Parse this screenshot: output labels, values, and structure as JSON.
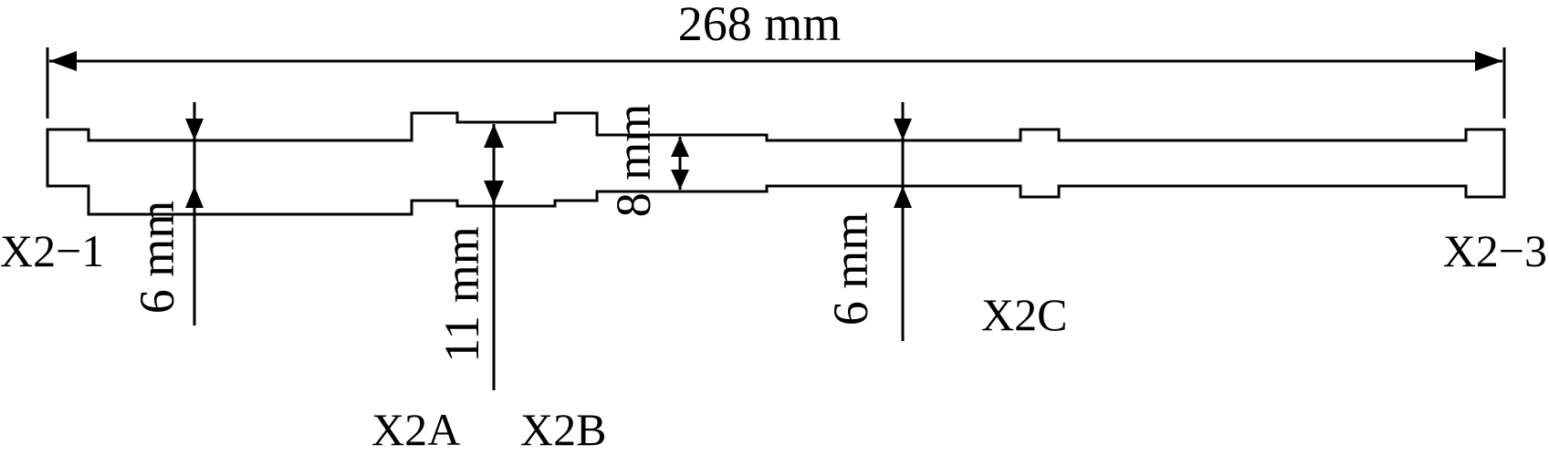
{
  "diagram": {
    "overall_length": "268 mm",
    "ends": {
      "left": "X2−1",
      "right": "X2−3"
    },
    "dimensions": {
      "left_gauge_width": "6 mm",
      "wide_section_width": "11 mm",
      "mid_section_width": "8 mm",
      "right_gauge_width": "6 mm"
    },
    "section_labels": {
      "a": "X2A",
      "b": "X2B",
      "c": "X2C"
    }
  },
  "colors": {
    "stroke": "#000000",
    "background": "#ffffff"
  }
}
